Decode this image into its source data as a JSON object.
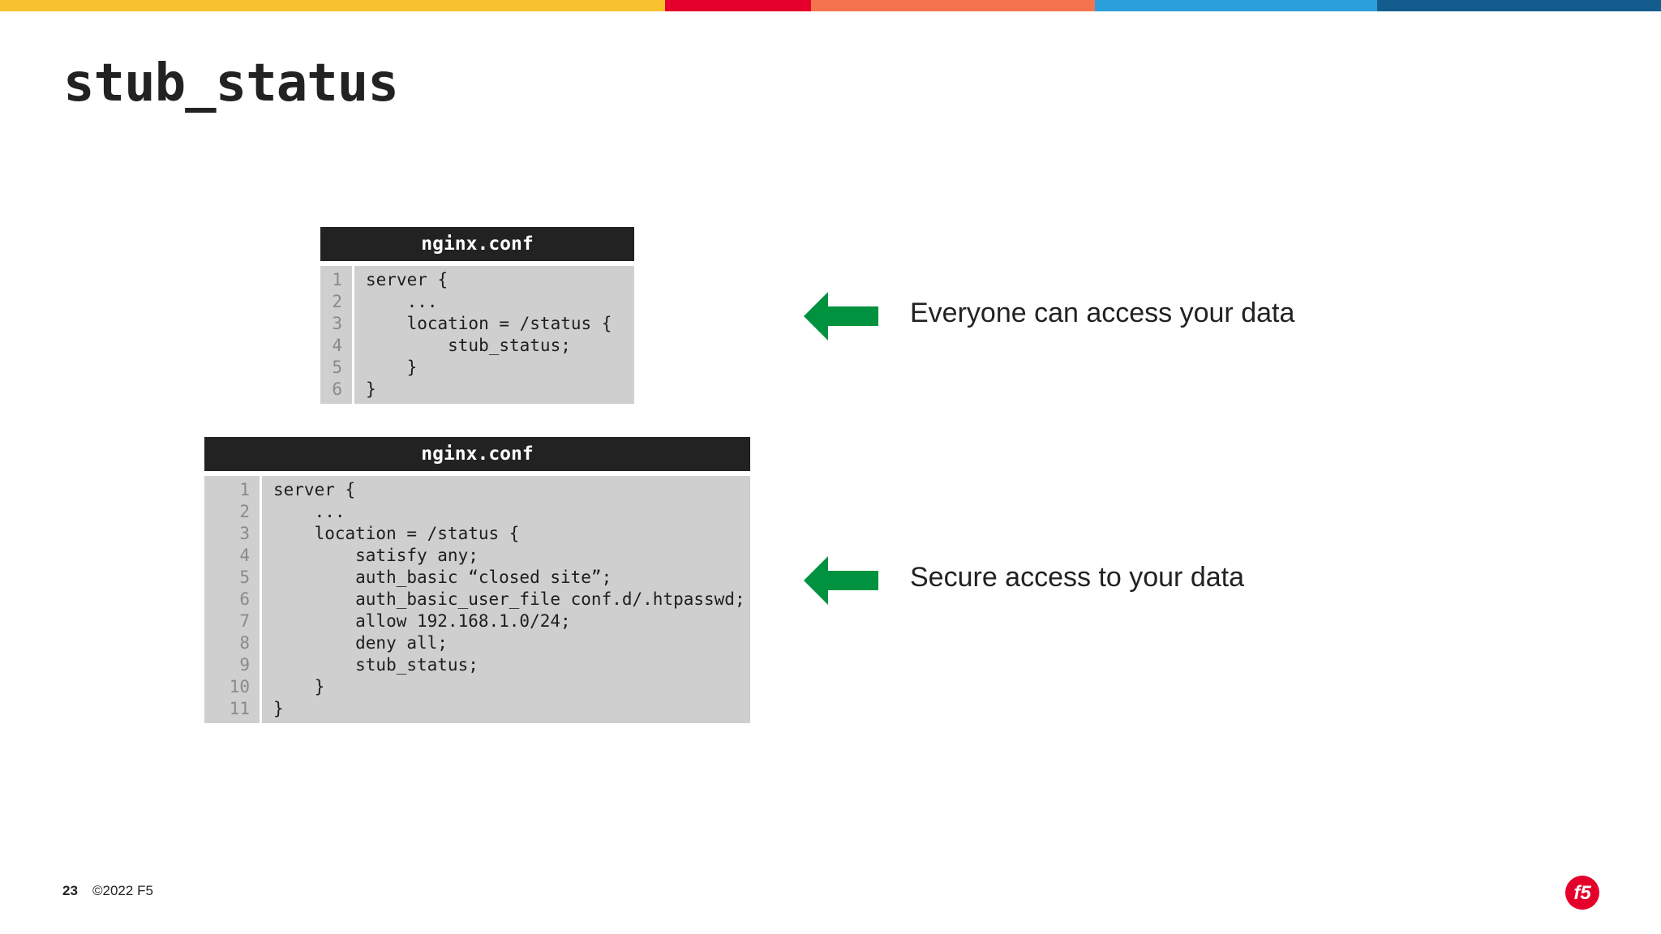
{
  "brand_colors": [
    "#f8c12e",
    "#e4002b",
    "#f5744e",
    "#2b9fd9",
    "#135d8e"
  ],
  "slide": {
    "title": "stub_status",
    "page_number": "23",
    "copyright": "©2022 F5",
    "logo_text": "f5"
  },
  "blocks": [
    {
      "header": "nginx.conf",
      "line_numbers": [
        "1",
        "2",
        "3",
        "4",
        "5",
        "6"
      ],
      "lines": [
        "server {",
        "    ...",
        "    location = /status {",
        "        stub_status;",
        "    }",
        "}"
      ],
      "caption": "Everyone can access your data"
    },
    {
      "header": "nginx.conf",
      "line_numbers": [
        "1",
        "2",
        "3",
        "4",
        "5",
        "6",
        "7",
        "8",
        "9",
        "10",
        "11"
      ],
      "lines": [
        "server {",
        "    ...",
        "    location = /status {",
        "        satisfy any;",
        "        auth_basic “closed site”;",
        "        auth_basic_user_file conf.d/.htpasswd;",
        "        allow 192.168.1.0/24;",
        "        deny all;",
        "        stub_status;",
        "    }",
        "}"
      ],
      "caption": "Secure access to your data"
    }
  ],
  "arrow_color": "#00923f",
  "icons": {
    "arrow": "left-arrow-icon",
    "logo": "f5-logo-icon"
  }
}
